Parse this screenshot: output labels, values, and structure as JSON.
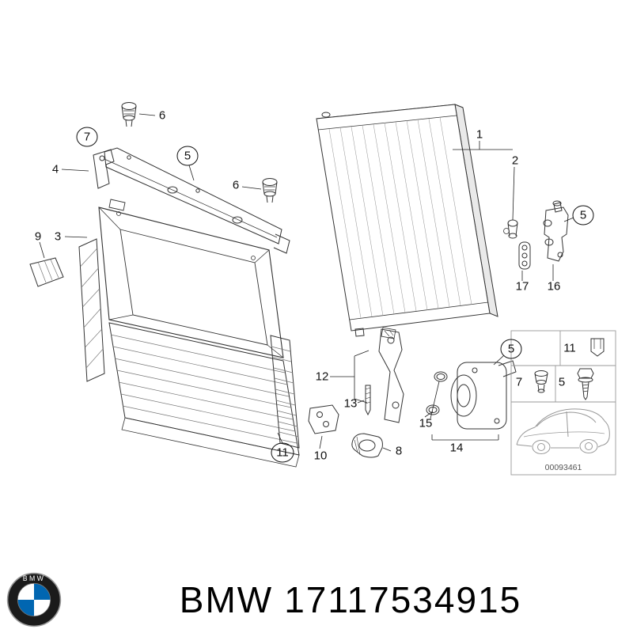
{
  "diagram": {
    "callouts": [
      {
        "label": "6"
      },
      {
        "label": "7"
      },
      {
        "label": "4"
      },
      {
        "label": "5"
      },
      {
        "label": "6"
      },
      {
        "label": "9"
      },
      {
        "label": "3"
      },
      {
        "label": "1"
      },
      {
        "label": "2"
      },
      {
        "label": "5"
      },
      {
        "label": "17"
      },
      {
        "label": "16"
      },
      {
        "label": "12"
      },
      {
        "label": "13"
      },
      {
        "label": "15"
      },
      {
        "label": "14"
      },
      {
        "label": "5"
      },
      {
        "label": "11"
      },
      {
        "label": "10"
      },
      {
        "label": "8"
      },
      {
        "label": "11"
      },
      {
        "label": "7"
      },
      {
        "label": "5"
      }
    ],
    "inset_code": "00093461"
  },
  "footer": {
    "logo_text": "BMW",
    "brand": "BMW",
    "part_number": "17117534915"
  },
  "colors": {
    "bmw_blue": "#0166B1",
    "line": "#333333"
  }
}
